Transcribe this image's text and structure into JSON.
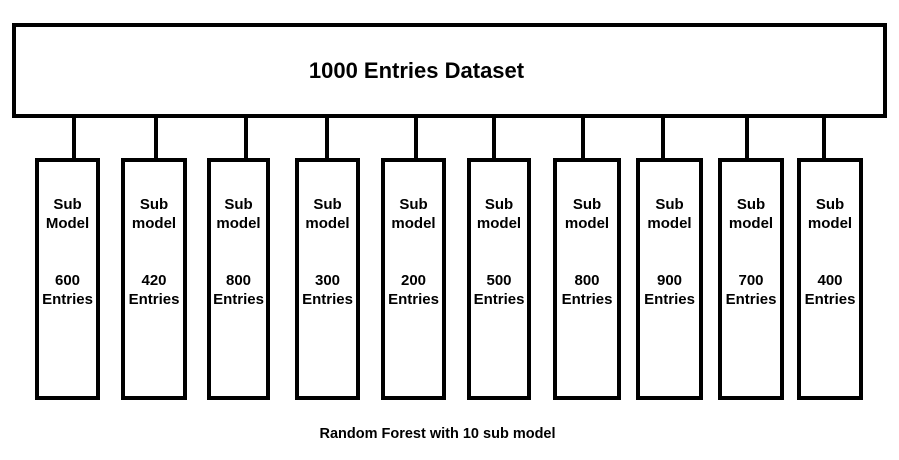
{
  "title": "1000 Entries Dataset",
  "caption": "Random Forest with 10 sub model",
  "colors": {
    "line": "#000000",
    "background": "#ffffff",
    "text": "#000000"
  },
  "sub_models": [
    {
      "line1": "Sub",
      "line2": "Model",
      "count": "600",
      "unit": "Entries"
    },
    {
      "line1": "Sub",
      "line2": "model",
      "count": "420",
      "unit": "Entries"
    },
    {
      "line1": "Sub",
      "line2": "model",
      "count": "800",
      "unit": "Entries"
    },
    {
      "line1": "Sub",
      "line2": "model",
      "count": "300",
      "unit": "Entries"
    },
    {
      "line1": "Sub",
      "line2": "model",
      "count": "200",
      "unit": "Entries"
    },
    {
      "line1": "Sub",
      "line2": "model",
      "count": "500",
      "unit": "Entries"
    },
    {
      "line1": "Sub",
      "line2": "model",
      "count": "800",
      "unit": "Entries"
    },
    {
      "line1": "Sub",
      "line2": "model",
      "count": "900",
      "unit": "Entries"
    },
    {
      "line1": "Sub",
      "line2": "model",
      "count": "700",
      "unit": "Entries"
    },
    {
      "line1": "Sub",
      "line2": "model",
      "count": "400",
      "unit": "Entries"
    }
  ]
}
